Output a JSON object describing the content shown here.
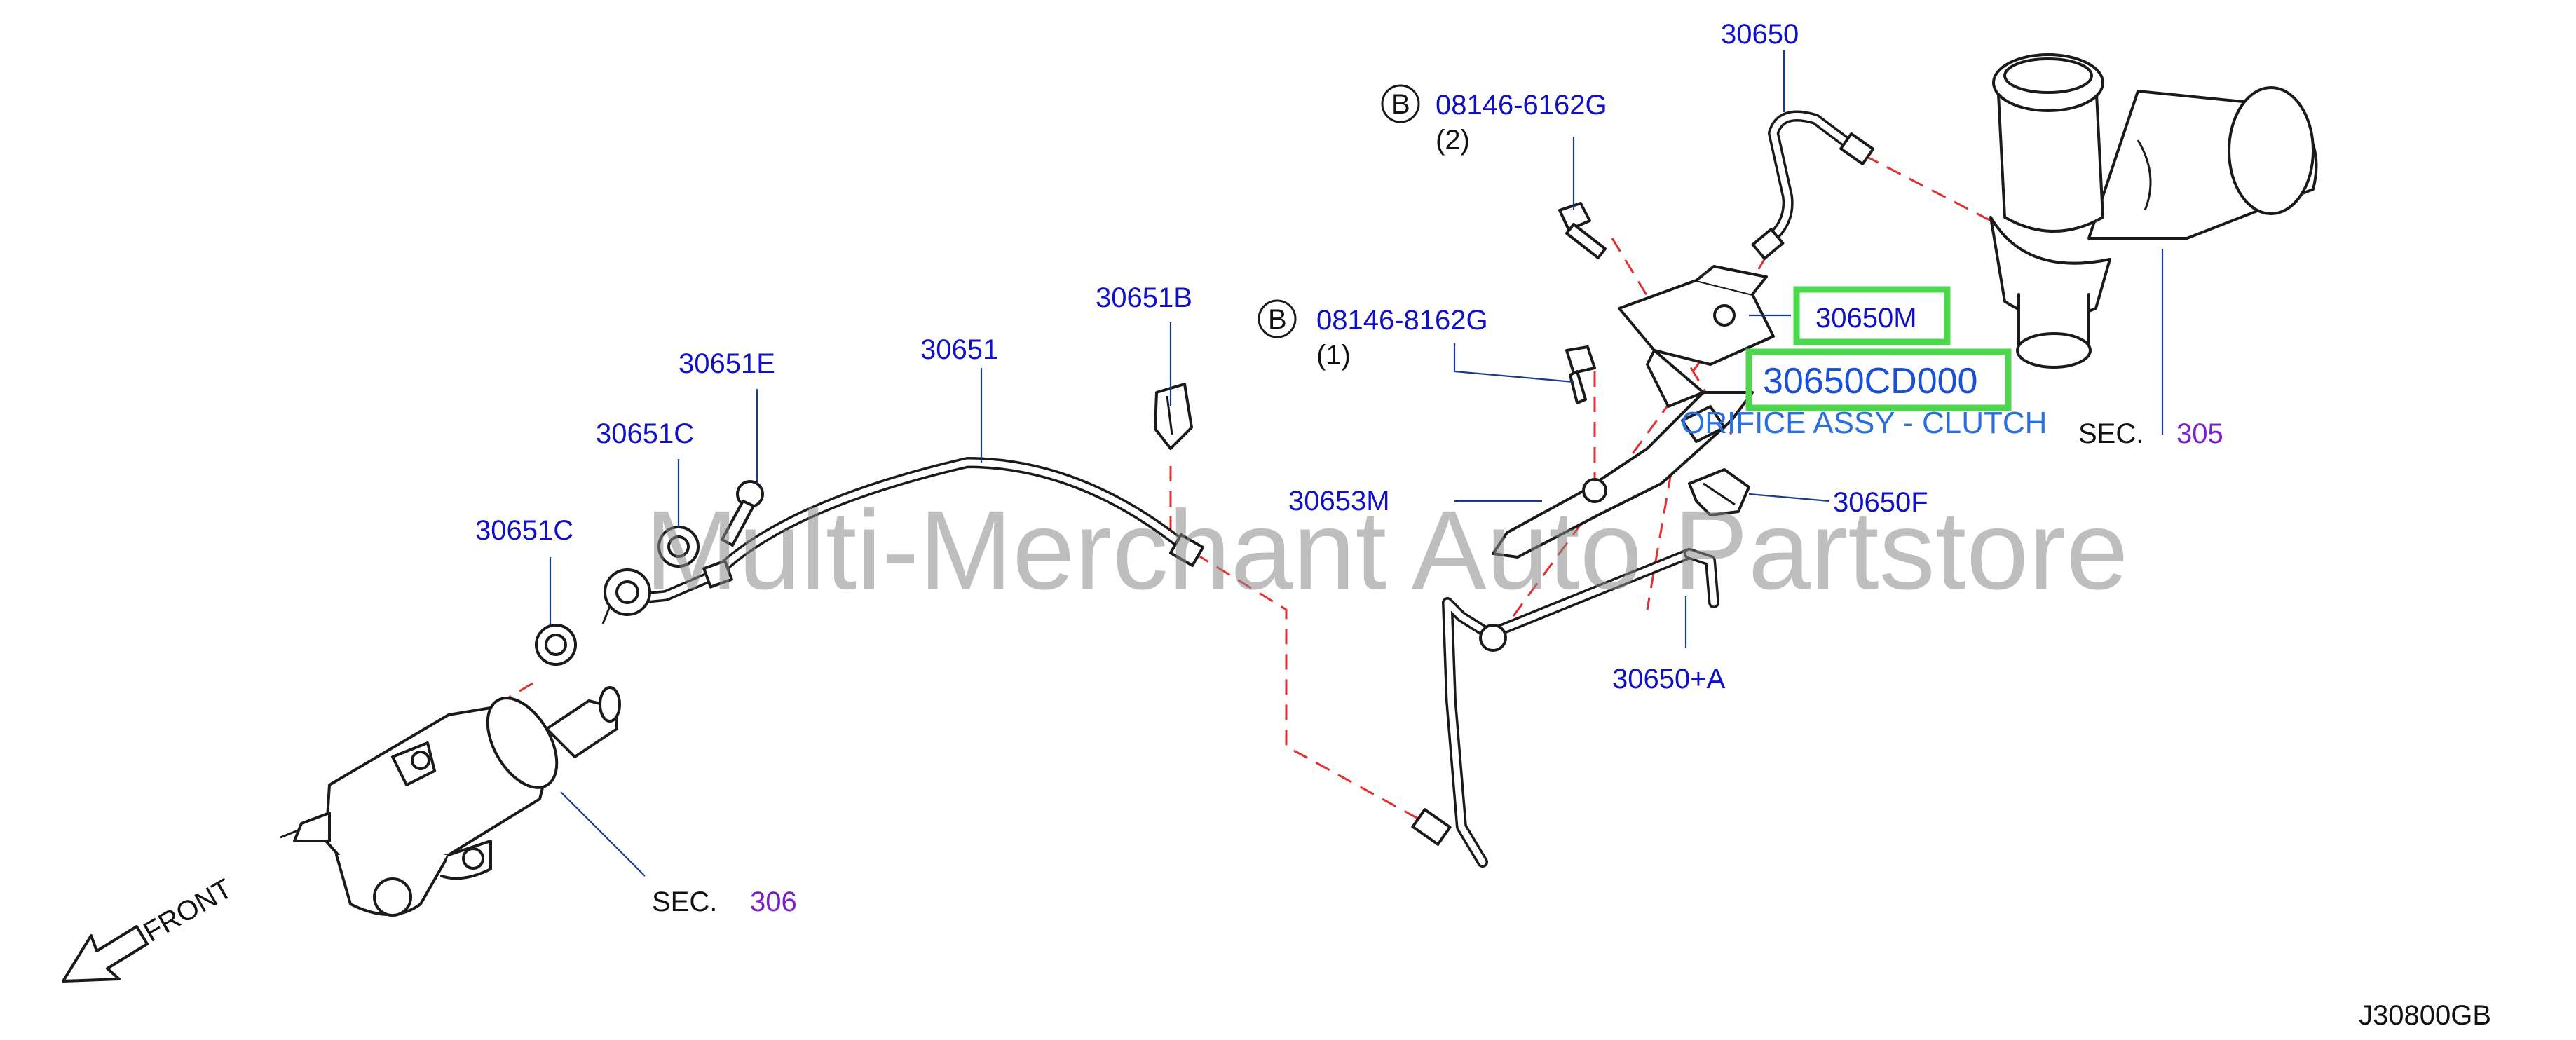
{
  "labels": {
    "p30650": "30650",
    "bolt_upper_code": "08146-6162G",
    "bolt_upper_qty": "(2)",
    "bolt_lower_code": "08146-8162G",
    "bolt_lower_qty": "(1)",
    "bolt_marker": "B",
    "p30651B": "30651B",
    "p30651": "30651",
    "p30651E": "30651E",
    "p30651C_upper": "30651C",
    "p30651C_lower": "30651C",
    "p30650M": "30650M",
    "p30650CD000": "30650CD000",
    "desc_orifice": "ORIFICE ASSY - CLUTCH",
    "p30653M": "30653M",
    "p30650F": "30650F",
    "p30650A": "30650+A",
    "sec_prefix_right": "SEC.",
    "sec_num_right": "305",
    "sec_prefix_left": "SEC.",
    "sec_num_left": "306",
    "front": "FRONT",
    "diagram_code": "J30800GB",
    "watermark": "Multi-Merchant Auto Partstore"
  },
  "colors": {
    "label_blue": "#1010c8",
    "section_purple": "#7a1fd0",
    "highlight_green": "#4cd64c",
    "leader_red_dashed": "#e23030"
  }
}
